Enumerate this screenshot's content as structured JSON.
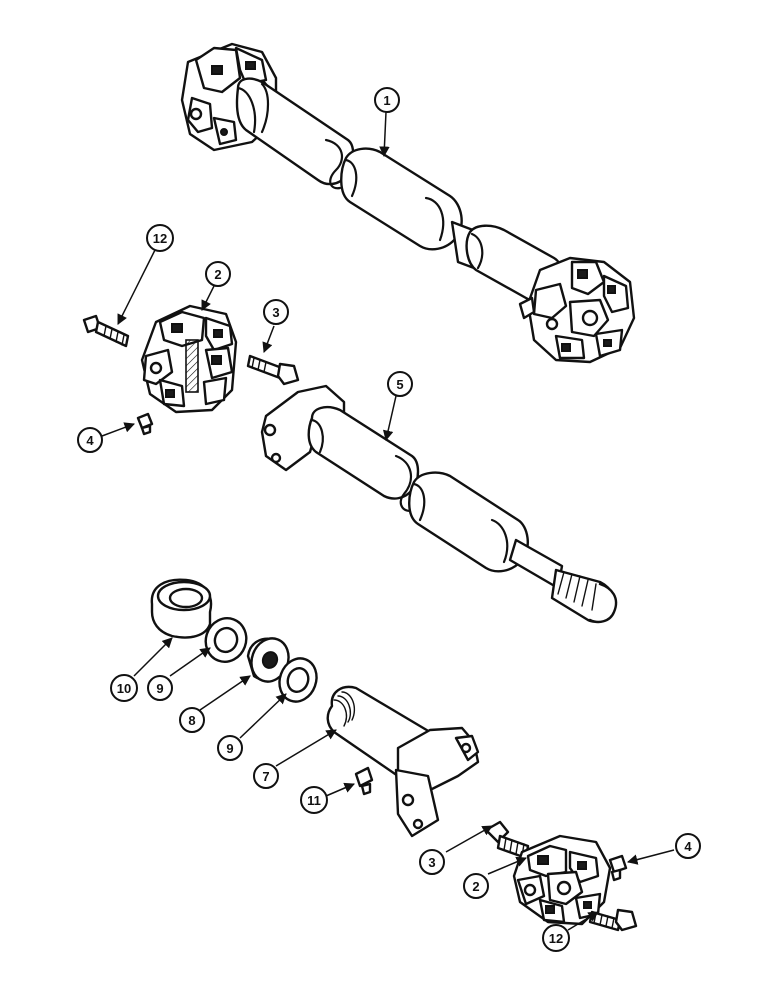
{
  "callouts": {
    "shaft_assembly_1": "1",
    "coupling_2_top": "2",
    "coupling_2_bottom": "2",
    "bolt_3_top": "3",
    "bolt_3_bottom": "3",
    "grease_fitting_4_top": "4",
    "grease_fitting_4_bottom": "4",
    "splined_shaft_5": "5",
    "yoke_7": "7",
    "bearing_8": "8",
    "washer_9_upper": "9",
    "washer_9_lower": "9",
    "bearing_cup_10": "10",
    "grease_fitting_11": "11",
    "bolt_12_top": "12",
    "bolt_12_bottom": "12"
  },
  "colors": {
    "ink": "#111111",
    "paper": "#ffffff"
  }
}
